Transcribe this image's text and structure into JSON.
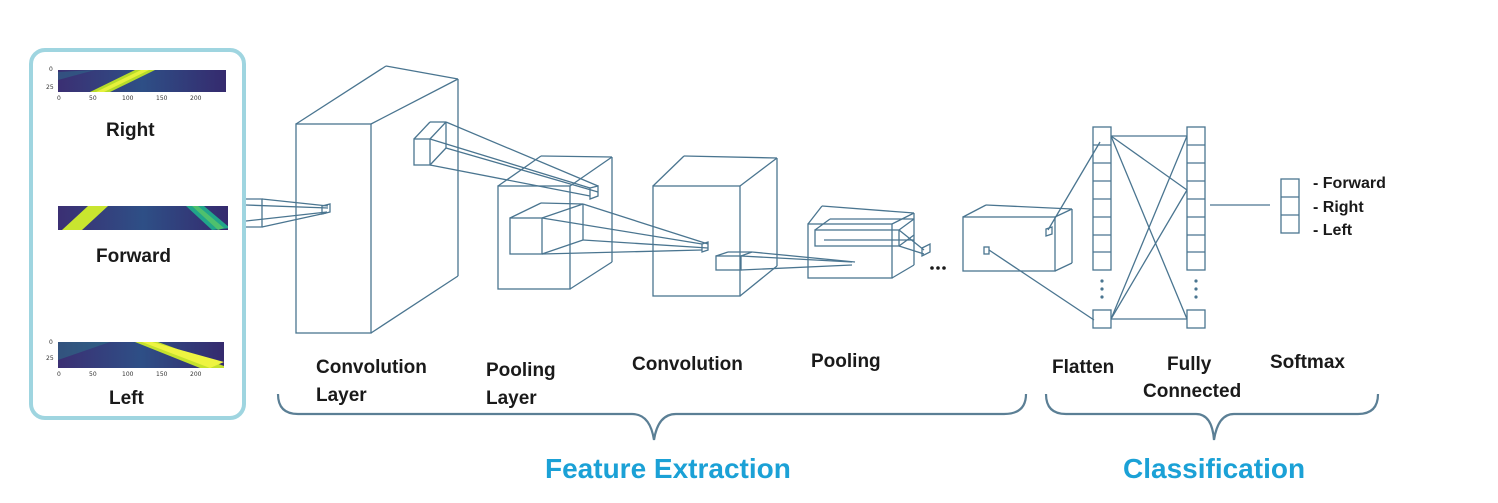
{
  "inputs": [
    {
      "label": "Right",
      "xticks": [
        "0",
        "50",
        "100",
        "150",
        "200"
      ],
      "yticks": [
        "0",
        "25"
      ]
    },
    {
      "label": "Forward"
    },
    {
      "label": "Left",
      "xticks": [
        "0",
        "50",
        "100",
        "150",
        "200"
      ],
      "yticks": [
        "0",
        "25"
      ]
    }
  ],
  "layers": [
    {
      "line1": "Convolution",
      "line2": "Layer"
    },
    {
      "line1": "Pooling",
      "line2": "Layer"
    },
    {
      "line1": "Convolution"
    },
    {
      "line1": "Pooling"
    },
    {
      "line1": "Flatten"
    },
    {
      "line1": "Fully",
      "line2": "Connected"
    },
    {
      "line1": "Softmax"
    }
  ],
  "outputs": [
    "- Forward",
    "- Right",
    "- Left"
  ],
  "sections": {
    "feature": "Feature Extraction",
    "classification": "Classification"
  },
  "ellipsis": "...",
  "colors": {
    "stroke": "#4a7590",
    "frame": "#9fd5e0",
    "section": "#1ba1d6",
    "brace": "#5b7f95"
  }
}
